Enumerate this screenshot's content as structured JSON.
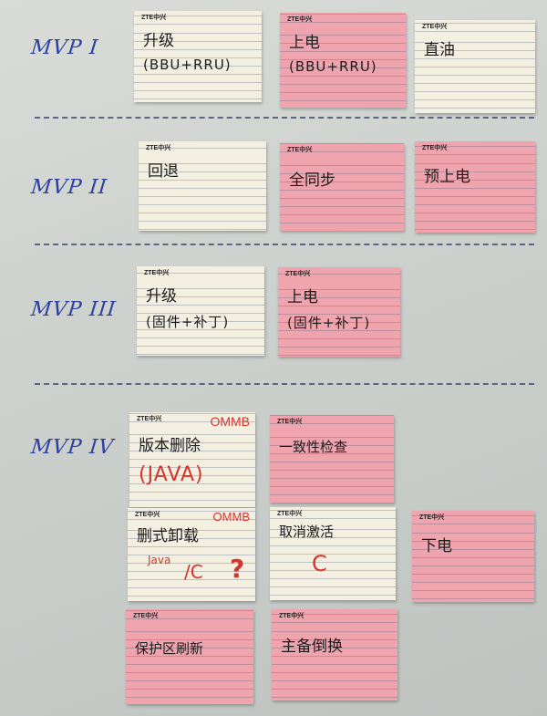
{
  "board": {
    "rows": [
      {
        "label": "MVP I"
      },
      {
        "label": "MVP II"
      },
      {
        "label": "MVP III"
      },
      {
        "label": "MVP IV"
      }
    ]
  },
  "brand": "ZTE中兴",
  "cards": {
    "r1c1": {
      "line1": "升级",
      "line2": "(BBU+RRU)"
    },
    "r1c2": {
      "line1": "上电",
      "line2": "(BBU+RRU)"
    },
    "r1c3": {
      "line1": "直油"
    },
    "r2c1": {
      "line1": "回退"
    },
    "r2c2": {
      "line1": "全同步"
    },
    "r2c3": {
      "line1": "预上电"
    },
    "r3c1": {
      "line1": "升级",
      "line2": "(固件+补丁)"
    },
    "r3c2": {
      "line1": "上电",
      "line2": "(固件+补丁)"
    },
    "r4c1": {
      "note": "OMMB",
      "line1": "版本删除",
      "line2": "(JAVA)"
    },
    "r4c2": {
      "line1": "一致性检查"
    },
    "r5c1": {
      "note": "OMMB",
      "line1": "删式卸载",
      "java": "Java",
      "slash_c": "/C",
      "q": "?"
    },
    "r5c2": {
      "line1": "取消激活",
      "c": "C"
    },
    "r5c3": {
      "line1": "下电"
    },
    "r6c1": {
      "line1": "保护区刷新"
    },
    "r6c2": {
      "line1": "主备倒换"
    }
  },
  "colors": {
    "white_card": "#f3f0e2",
    "pink_card": "#f0a4ae",
    "ink_blue": "#2a3fa0",
    "ink_red": "#d8332b"
  }
}
